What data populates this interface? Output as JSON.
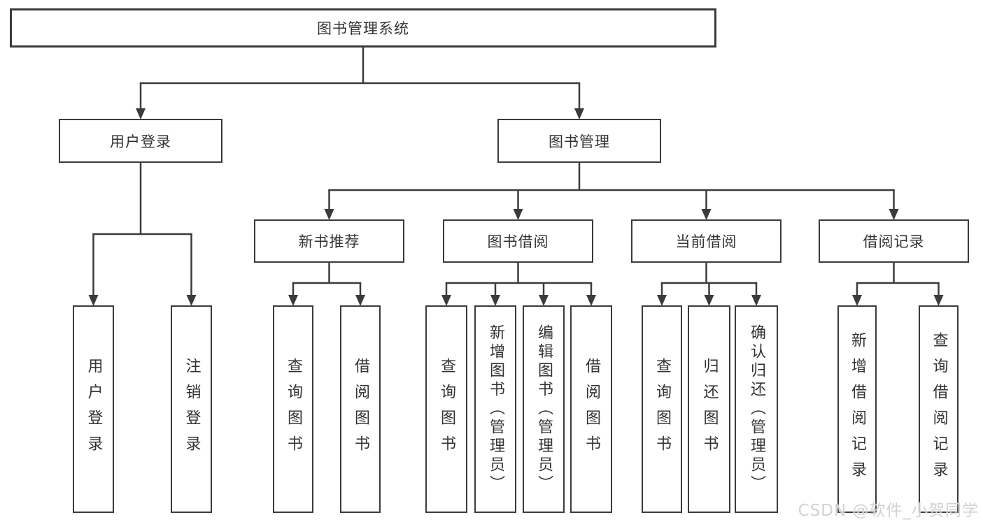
{
  "page": {
    "background": "#ffffff"
  },
  "watermark": {
    "text": "CSDN @软件_小贺同学",
    "color": "#d2d2d2"
  },
  "diagram": {
    "type": "hierarchy",
    "line_color": "#3b3b3b",
    "box_fill": "#ffffff",
    "text_color": "#333333",
    "title": "图书管理系统",
    "nodes": [
      {
        "id": "root",
        "label": "图书管理系统",
        "children": [
          "login",
          "mgmt"
        ]
      },
      {
        "id": "login",
        "label": "用户登录",
        "children": [
          "l_login",
          "l_logout"
        ]
      },
      {
        "id": "mgmt",
        "label": "图书管理",
        "children": [
          "newbook",
          "borrow",
          "current",
          "records"
        ]
      },
      {
        "id": "newbook",
        "label": "新书推荐",
        "children": [
          "nb_query",
          "nb_borrow"
        ]
      },
      {
        "id": "borrow",
        "label": "图书借阅",
        "children": [
          "bw_query",
          "bw_add",
          "bw_edit",
          "bw_borrow"
        ]
      },
      {
        "id": "current",
        "label": "当前借阅",
        "children": [
          "cur_query",
          "cur_return",
          "cur_confirm"
        ]
      },
      {
        "id": "records",
        "label": "借阅记录",
        "children": [
          "rec_add",
          "rec_query"
        ]
      },
      {
        "id": "l_login",
        "label": "用户登录"
      },
      {
        "id": "l_logout",
        "label": "注销登录"
      },
      {
        "id": "nb_query",
        "label": "查询图书"
      },
      {
        "id": "nb_borrow",
        "label": "借阅图书"
      },
      {
        "id": "bw_query",
        "label": "查询图书"
      },
      {
        "id": "bw_add",
        "label": "新增图书（管理员）"
      },
      {
        "id": "bw_edit",
        "label": "编辑图书（管理员）"
      },
      {
        "id": "bw_borrow",
        "label": "借阅图书"
      },
      {
        "id": "cur_query",
        "label": "查询图书"
      },
      {
        "id": "cur_return",
        "label": "归还图书"
      },
      {
        "id": "cur_confirm",
        "label": "确认归还（管理员）"
      },
      {
        "id": "rec_add",
        "label": "新增借阅记录"
      },
      {
        "id": "rec_query",
        "label": "查询借阅记录"
      }
    ]
  }
}
